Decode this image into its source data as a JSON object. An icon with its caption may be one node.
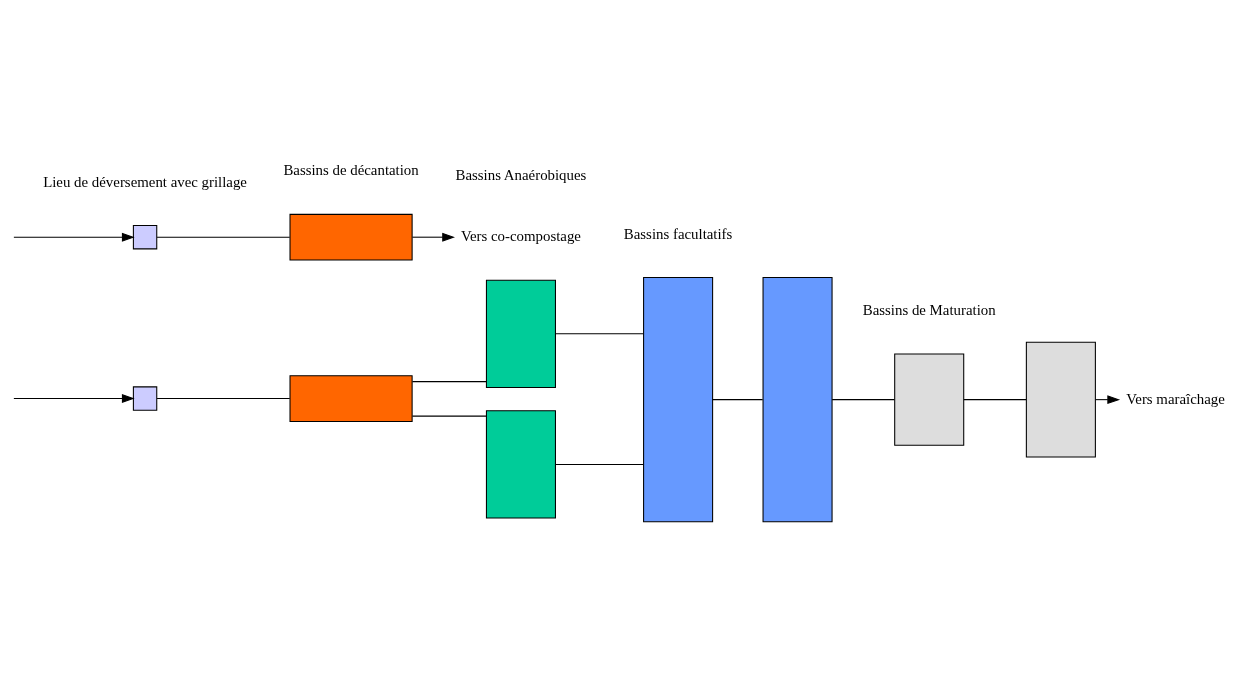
{
  "diagram": {
    "nodes": [
      {
        "text": [],
        "shape": "box"
      },
      {
        "text": [],
        "shape": "box"
      },
      {
        "text": [],
        "shape": "box"
      },
      {
        "text": [],
        "shape": "box"
      },
      {
        "text": [],
        "shape": "box"
      },
      {
        "text": [],
        "shape": "box"
      },
      {
        "text": [],
        "shape": "box"
      },
      {
        "text": [],
        "shape": "box"
      },
      {
        "text": [],
        "shape": "box"
      },
      {
        "text": [],
        "shape": "box"
      },
      {
        "text": [
          "Vers maraîchage"
        ]
      },
      {
        "text": [
          "Vers co-compostage"
        ]
      }
    ],
    "edges": [
      {
        "from": null,
        "to": 0,
        "arrow": "to"
      },
      {
        "from": null,
        "to": 1,
        "arrow": "to"
      },
      {
        "from": 0,
        "to": 2,
        "arrow": "none"
      },
      {
        "from": 1,
        "to": 3,
        "arrow": "none"
      },
      {
        "from": 2,
        "to": 4,
        "arrow": "none"
      },
      {
        "from": 2,
        "to": 5,
        "arrow": "none"
      },
      {
        "from": 4,
        "to": 6,
        "arrow": "none"
      },
      {
        "from": 5,
        "to": 6,
        "arrow": "none"
      },
      {
        "from": 6,
        "to": 7,
        "arrow": "none"
      },
      {
        "from": 7,
        "to": 8,
        "arrow": "none"
      },
      {
        "from": 8,
        "to": 9,
        "arrow": "none"
      },
      {
        "from": 9,
        "to": 10,
        "arrow": "to"
      },
      {
        "from": 3,
        "to": 11,
        "arrow": "to"
      }
    ],
    "labels": [
      "Bassins Anaérobiques",
      "Bassins facultatifs",
      "Bassins de Maturation",
      "Bassins de décantation",
      "Lieu de déversement avec grillage"
    ]
  }
}
